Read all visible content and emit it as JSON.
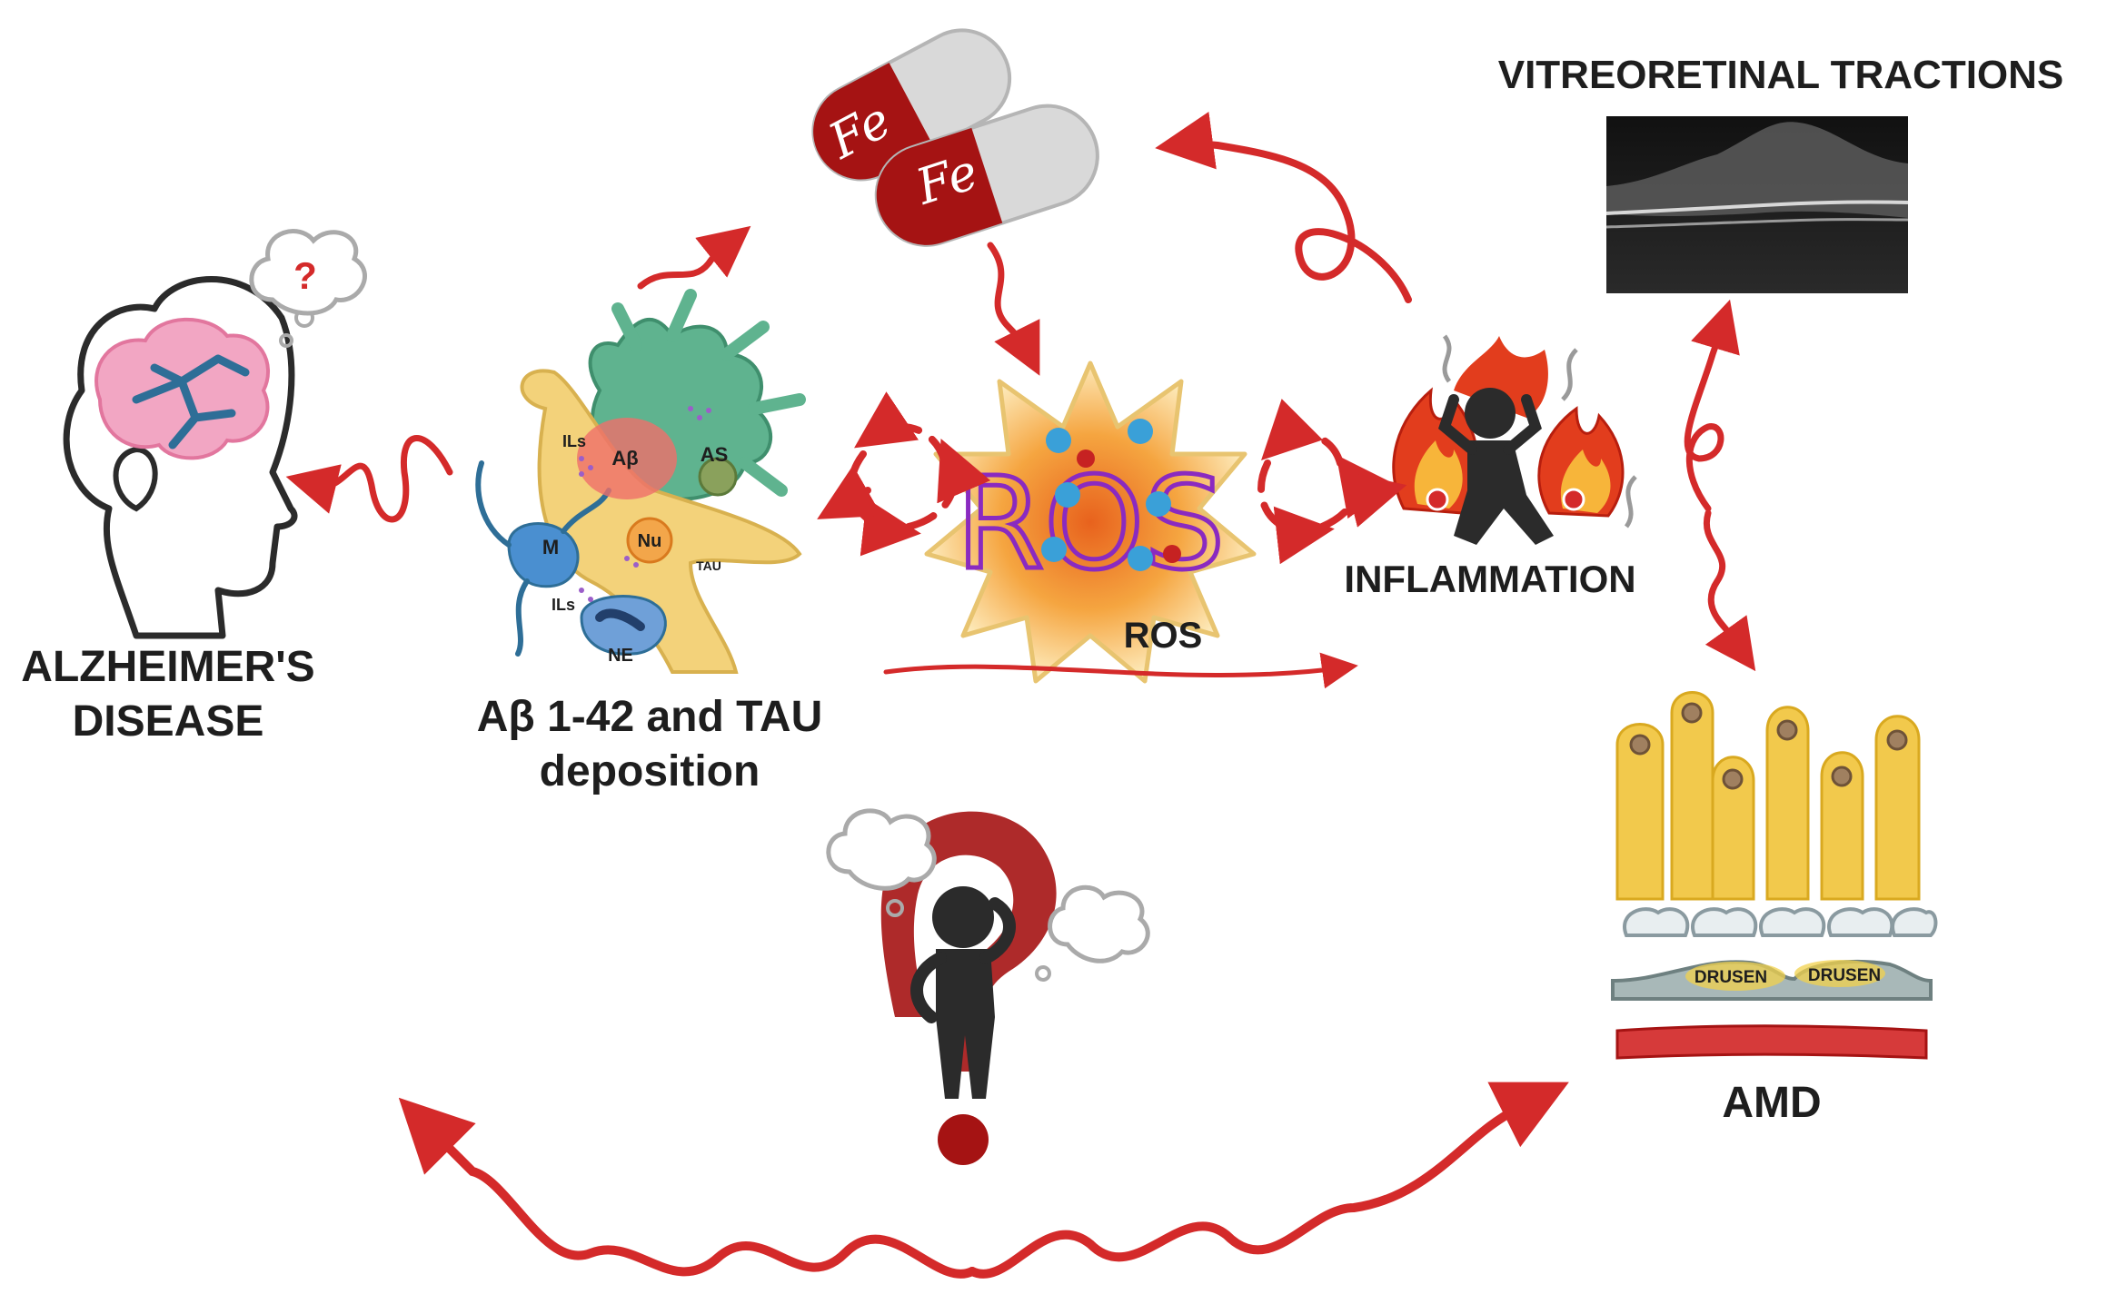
{
  "labels": {
    "alzheimers": "ALZHEIMER'S DISEASE",
    "deposition": "Aβ 1-42 and TAU deposition",
    "ros": "ROS",
    "ros_glyph": "ROS",
    "inflammation": "INFLAMMATION",
    "vitreoretinal": "VITREORETINAL TRACTIONS",
    "amd": "AMD",
    "fe_1": "Fe",
    "fe_2": "Fe",
    "thought_question": "?",
    "drusen_1": "DRUSEN",
    "drusen_2": "DRUSEN"
  },
  "neuron_labels": {
    "ils_top": "ILs",
    "abeta": "Aβ",
    "as": "AS",
    "nu": "Nu",
    "m": "M",
    "tau": "TAU",
    "ils_bottom": "ILs",
    "ne": "NE"
  },
  "colors": {
    "arrow_red": "#d42a2a",
    "dark_red": "#a51313",
    "pill_gray": "#d9d9d9",
    "brain_pink": "#f2a6c3",
    "neuron_yellow": "#f3d27a",
    "astro_green": "#5fb38f",
    "ros_orange": "#f5a540",
    "photoreceptor": "#f2c94c",
    "text": "#1e1e1e"
  }
}
